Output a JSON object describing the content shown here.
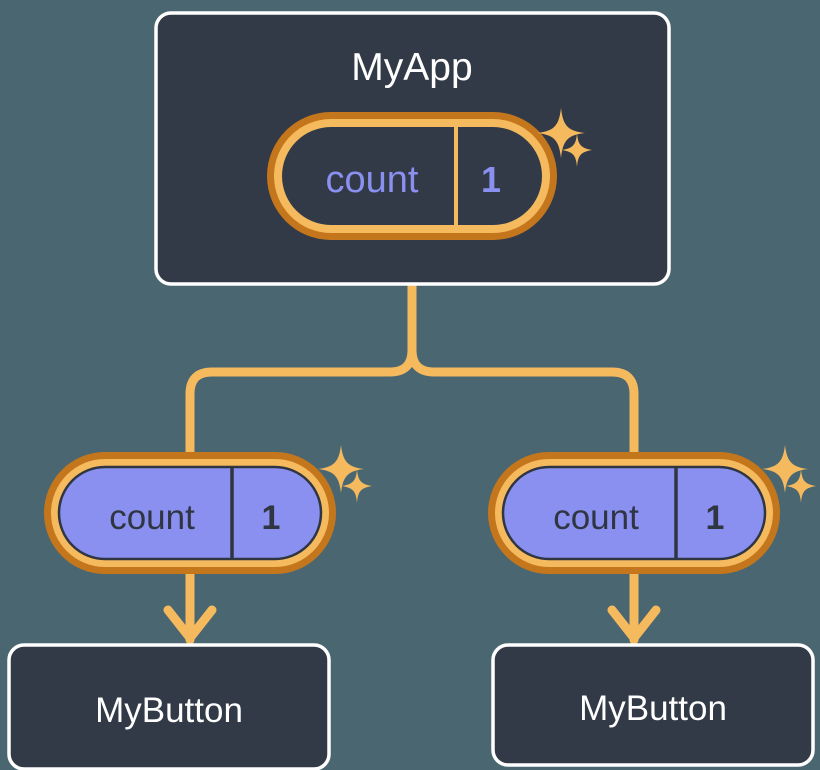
{
  "diagram": {
    "title_node": {
      "label": "MyApp",
      "state_pill": {
        "key": "count",
        "value": "1",
        "style": "dark-fill",
        "sparkle": "sparkle-icon"
      }
    },
    "children": [
      {
        "id": "left",
        "state_pill": {
          "key": "count",
          "value": "1",
          "style": "light-fill",
          "sparkle": "sparkle-icon"
        },
        "leaf_label": "MyButton"
      },
      {
        "id": "right",
        "state_pill": {
          "key": "count",
          "value": "1",
          "style": "light-fill",
          "sparkle": "sparkle-icon"
        },
        "leaf_label": "MyButton"
      }
    ],
    "colors": {
      "background": "#4a6670",
      "card_fill": "#333a47",
      "card_border": "#ffffff",
      "connector": "#f5b95e",
      "pill_outer_ring": "#c4761c",
      "pill_inner_ring": "#f5b95e",
      "pill_dark_fill": "#333a47",
      "pill_light_fill": "#8a90f0",
      "accent_text": "#8a90f0",
      "dark_text": "#2f3541"
    }
  }
}
